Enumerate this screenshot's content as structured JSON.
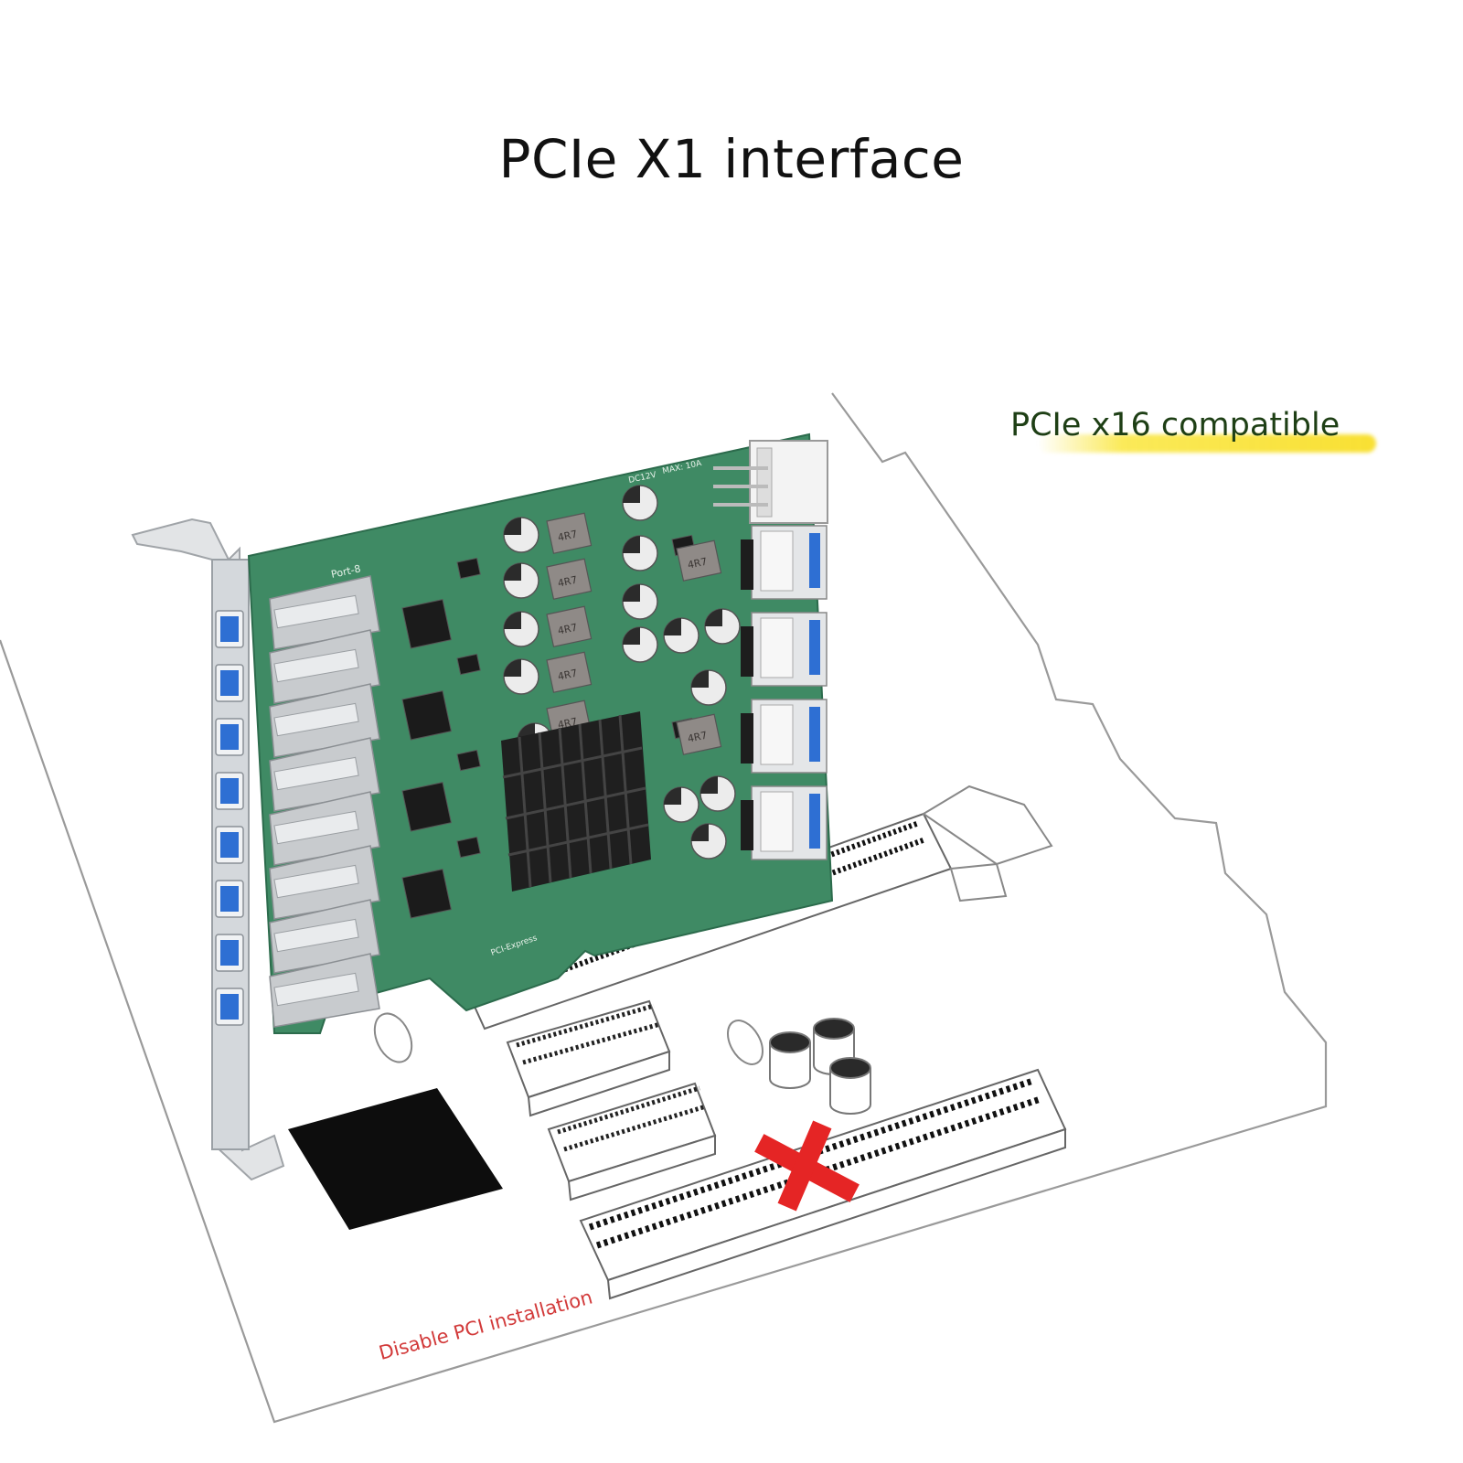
{
  "title": "PCIe X1 interface",
  "compat_label": "PCIe x16 compatible",
  "disable_label": "Disable PCI installation",
  "card_labels": {
    "port": "Port-8",
    "power_spec_voltage": "DC12V",
    "power_spec_current": "MAX: 10A",
    "inductor_code": "4R7",
    "bus_label": "PCI-Express"
  },
  "usb_ports": {
    "bracket_count": 8,
    "onboard_count": 4
  },
  "colors": {
    "pcb_green": "#3f8a64",
    "usb_blue": "#2e6fd3",
    "heatsink": "#1f1f1f",
    "gold_contacts": "#d9a531",
    "forbidden_x": "#e52525",
    "compat_text": "#1e3f15",
    "disable_text": "#d23a3a"
  }
}
